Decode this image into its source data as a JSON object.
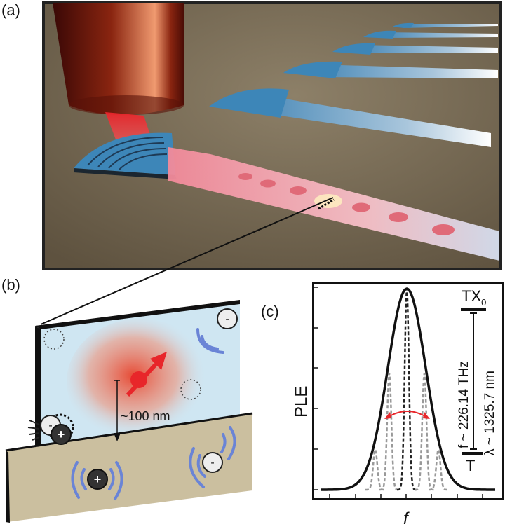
{
  "panels": {
    "a": {
      "label": "(a)"
    },
    "b": {
      "label": "(b)",
      "distance_label": "~100 nm",
      "plus": "+",
      "minus": "-"
    },
    "c": {
      "label": "(c)",
      "ylabel": "PLE",
      "xlabel": "f",
      "upper_level": "TX",
      "upper_level_sub": "0",
      "lower_level": "T",
      "frequency_label": "f ~ 226.14 THz",
      "wavelength_label": "λ ~ 1325.7 nm"
    }
  },
  "colors": {
    "background_a": "#7d705a",
    "device_blue": "#3d86b8",
    "laser_red": "#e8262a",
    "membrane_blue": "#cfe6f2",
    "substrate_beige": "#cbbf9f",
    "wave_blue": "#6a84d6"
  }
}
